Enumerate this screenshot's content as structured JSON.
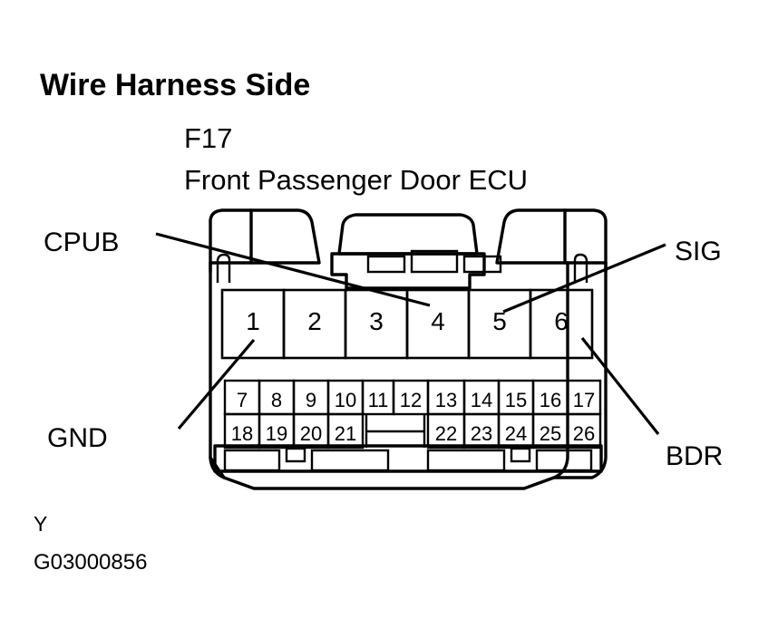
{
  "figure": {
    "title": "Wire Harness Side",
    "connector_code": "F17",
    "connector_name": "Front Passenger Door ECU",
    "mark": "Y",
    "drawing_number": "G03000856",
    "background_color": "#ffffff",
    "line_color": "#000000"
  },
  "callouts": [
    {
      "label": "CPUB",
      "target_pin": "4",
      "side": "left"
    },
    {
      "label": "GND",
      "target_pin": "1",
      "side": "left"
    },
    {
      "label": "SIG",
      "target_pin": "5",
      "side": "right"
    },
    {
      "label": "BDR",
      "target_pin": "6",
      "side": "right"
    }
  ],
  "connector": {
    "top_row_pins": [
      "1",
      "2",
      "3",
      "4",
      "5",
      "6"
    ],
    "middle_row_pins": [
      "7",
      "8",
      "9",
      "10",
      "11",
      "12",
      "13",
      "14",
      "15",
      "16",
      "17"
    ],
    "bottom_row_left_pins": [
      "18",
      "19",
      "20",
      "21"
    ],
    "bottom_row_right_pins": [
      "22",
      "23",
      "24",
      "25",
      "26"
    ],
    "total_pins": 26
  }
}
